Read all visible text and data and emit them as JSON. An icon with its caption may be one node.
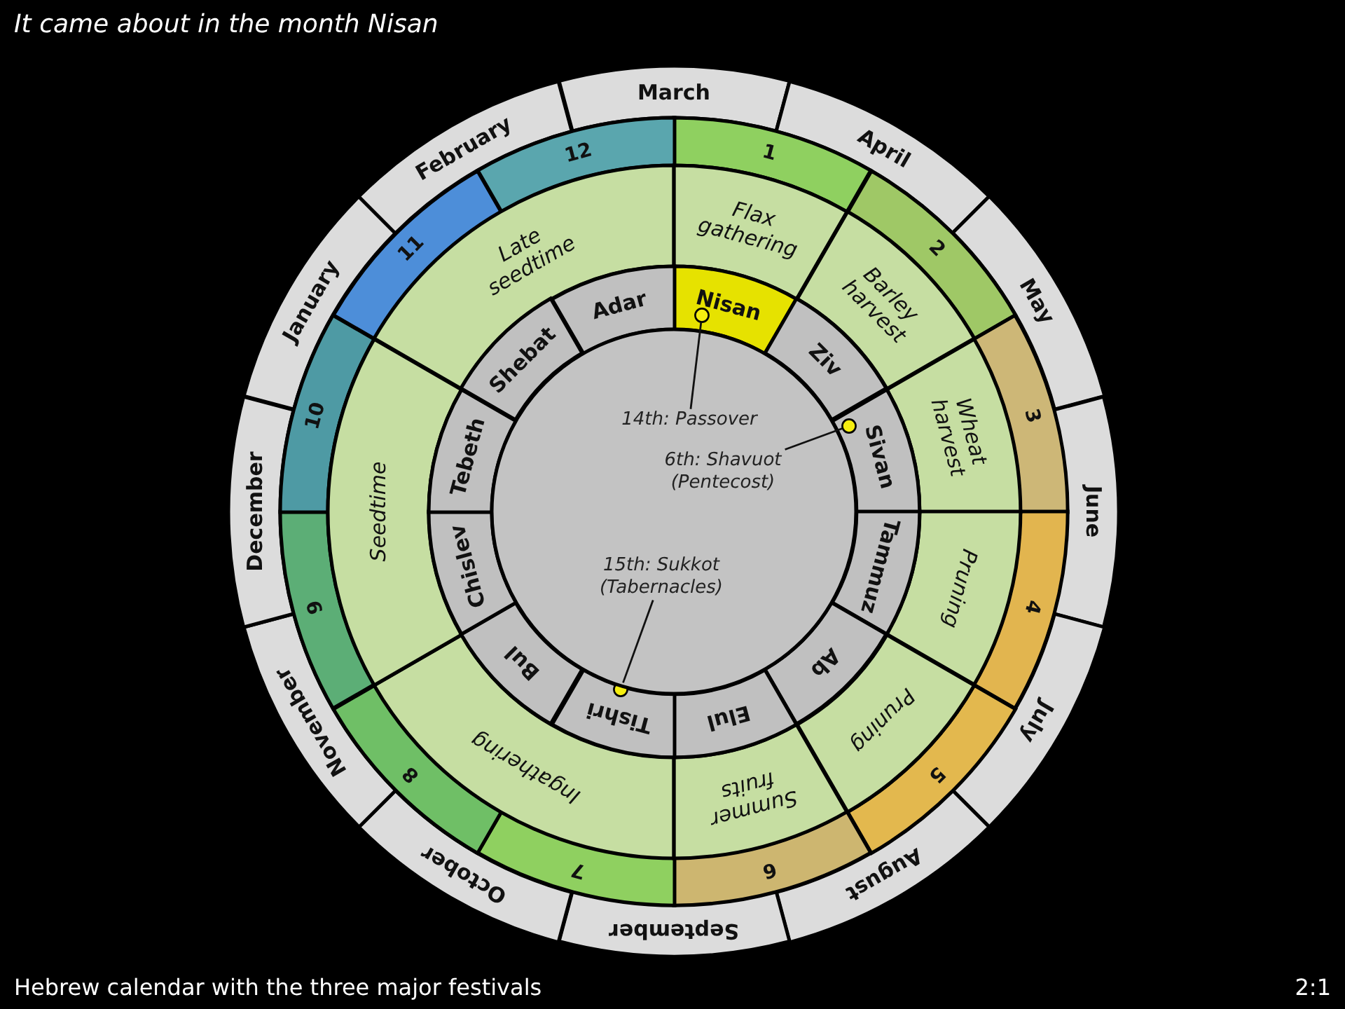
{
  "diagram": {
    "title": "It came about in the month Nisan",
    "caption": "Hebrew calendar with the three major festivals",
    "nodes": [
      {
        "text": [
          "March"
        ]
      },
      {
        "text": [
          "April"
        ]
      },
      {
        "text": [
          "May"
        ]
      },
      {
        "text": [
          "June"
        ]
      },
      {
        "text": [
          "July"
        ]
      },
      {
        "text": [
          "August"
        ]
      },
      {
        "text": [
          "September"
        ]
      },
      {
        "text": [
          "October"
        ]
      },
      {
        "text": [
          "November"
        ]
      },
      {
        "text": [
          "December"
        ]
      },
      {
        "text": [
          "January"
        ]
      },
      {
        "text": [
          "February"
        ]
      },
      {
        "text": [
          "1"
        ]
      },
      {
        "text": [
          "2"
        ]
      },
      {
        "text": [
          "3"
        ]
      },
      {
        "text": [
          "4"
        ]
      },
      {
        "text": [
          "5"
        ]
      },
      {
        "text": [
          "6"
        ]
      },
      {
        "text": [
          "7"
        ]
      },
      {
        "text": [
          "8"
        ]
      },
      {
        "text": [
          "9"
        ]
      },
      {
        "text": [
          "10"
        ]
      },
      {
        "text": [
          "11"
        ]
      },
      {
        "text": [
          "12"
        ]
      },
      {
        "text": [
          "Flax gathering"
        ]
      },
      {
        "text": [
          "Barley harvest"
        ]
      },
      {
        "text": [
          "Wheat harvest"
        ]
      },
      {
        "text": [
          "Pruning"
        ]
      },
      {
        "text": [
          "Pruning"
        ]
      },
      {
        "text": [
          "Summer fruits"
        ]
      },
      {
        "text": [
          "Ingathering"
        ]
      },
      {
        "text": [
          "Seedtime"
        ]
      },
      {
        "text": [
          "Late seedtime"
        ]
      },
      {
        "text": [
          "Nisan"
        ]
      },
      {
        "text": [
          "Ziv"
        ]
      },
      {
        "text": [
          "Sivan"
        ]
      },
      {
        "text": [
          "Tammuz"
        ]
      },
      {
        "text": [
          "Ab"
        ]
      },
      {
        "text": [
          "Elul"
        ]
      },
      {
        "text": [
          "Tishri"
        ]
      },
      {
        "text": [
          "Bul"
        ]
      },
      {
        "text": [
          "Chislev"
        ]
      },
      {
        "text": [
          "Tebeth"
        ]
      },
      {
        "text": [
          "Shebat"
        ]
      },
      {
        "text": [
          "Adar"
        ]
      },
      {
        "text": [],
        "shape": "circle"
      },
      {
        "text": [
          "14th: Passover"
        ],
        "in": 45
      },
      {
        "text": [
          "6th: Shavuot (Pentecost)"
        ],
        "in": 45
      },
      {
        "text": [
          "15th: Sukkot (Tabernacles)"
        ],
        "in": 45
      },
      {
        "text": [],
        "shape": "circle",
        "in": 33
      },
      {
        "text": [],
        "shape": "circle",
        "in": 35
      },
      {
        "text": [],
        "shape": "circle",
        "in": 39
      }
    ],
    "edges": [
      {
        "from": 46,
        "to": 49,
        "arrow": "none"
      },
      {
        "from": 47,
        "to": 50,
        "arrow": "none"
      },
      {
        "from": 48,
        "to": 51,
        "arrow": "none"
      }
    ],
    "labels": [
      "2:1"
    ]
  }
}
